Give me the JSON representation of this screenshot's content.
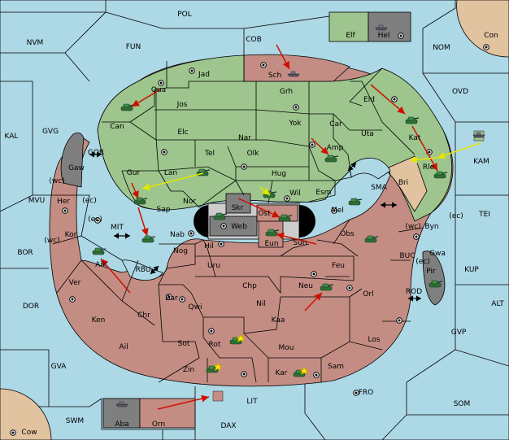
{
  "game": {
    "labels": {
      "pol": "POL",
      "cob": "COB",
      "nvm": "NVM",
      "fun": "FUN",
      "nom": "NOM",
      "con": "Con",
      "elf": "Elf",
      "hel": "Hel",
      "kal": "KAL",
      "gvg": "GVG",
      "gor": "GOR",
      "ovd": "OVD",
      "kam": "KAM",
      "mvu": "MVU",
      "bor": "BOR",
      "mit": "MIT",
      "rbu": "RBU",
      "sma": "SMA",
      "tei": "TEI",
      "buc": "BUC",
      "kup": "KUP",
      "rod": "ROD",
      "alt": "ALT",
      "gvp": "GVP",
      "dor": "DOR",
      "gva": "GVA",
      "fro": "FRO",
      "som": "SOM",
      "lit": "LIT",
      "swm": "SWM",
      "dax": "DAX",
      "cow": "Cow",
      "jad": "Jad",
      "sch": "Sch",
      "qua": "Qua",
      "jos": "Jos",
      "grh": "Grh",
      "can": "Can",
      "elc": "Elc",
      "nar": "Nar",
      "yok": "Yok",
      "car": "Car",
      "eld": "Eld",
      "uta": "Uta",
      "kat": "Kat",
      "tel": "Tel",
      "olk": "Olk",
      "amp": "Amp",
      "gaw": "Gaw",
      "gur": "Gur",
      "lan": "Lan",
      "hug": "Hug",
      "rle": "Rle",
      "bri": "Bri",
      "nor": "Nor",
      "wil": "Wil",
      "esm": "Esm",
      "skr": "Skr",
      "sap": "Sap",
      "ost": "Ost",
      "mel": "Mel",
      "her": "Her",
      "web": "Web",
      "byn": "Byn",
      "kor": "Kor",
      "nab": "Nab",
      "eun": "Eun",
      "sun": "Sun",
      "obs": "Obs",
      "hil": "Hil",
      "gwa": "Gwa",
      "aik": "Aik",
      "nog": "Nog",
      "uru": "Uru",
      "feu": "Feu",
      "pir": "Pir",
      "ver": "Ver",
      "chp": "Chp",
      "neu": "Neu",
      "bar": "Bar",
      "qwi": "Qwi",
      "nil": "Nil",
      "orl": "Orl",
      "ken": "Ken",
      "chr": "Chr",
      "kaa": "Kaa",
      "ail": "Ail",
      "sot": "Sot",
      "rot": "Rot",
      "los": "Los",
      "mou": "Mou",
      "zin": "Zin",
      "sam": "Sam",
      "kar": "Kar",
      "aba": "Aba",
      "orn": "Orn",
      "wc1": "(wc)",
      "ec1": "(ec)",
      "wc2": "(wc)",
      "ec2": "(ec)",
      "wc3": "(wc)",
      "ec3": "(ec)",
      "ec4": "(ec)"
    },
    "colors": {
      "sea": "#add8e6",
      "green": "#9dc58d",
      "red": "#c48d84",
      "tan": "#e2c3a0",
      "gray": "#7f7f7f",
      "arrow_red": "#cc1100",
      "arrow_yellow": "#e6e600"
    },
    "icons": [
      "tank-icon",
      "ship-icon",
      "supply-center-icon",
      "explosion-icon"
    ]
  }
}
